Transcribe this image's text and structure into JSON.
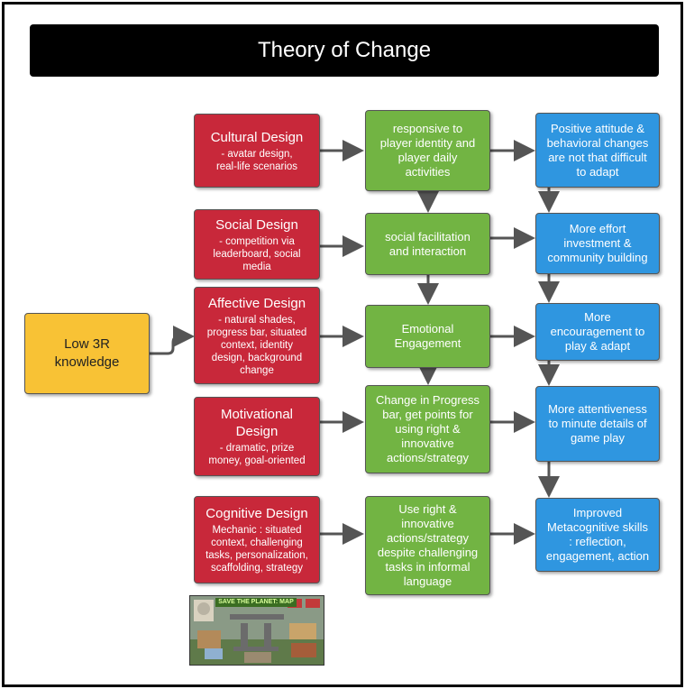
{
  "title": "Theory of Change",
  "start": {
    "text": "Low 3R\nknowledge"
  },
  "designs": [
    {
      "title": "Cultural Design",
      "sub": "- avatar design,\nreal-life scenarios"
    },
    {
      "title": "Social Design",
      "sub": "- competition via\nleaderboard, social\nmedia"
    },
    {
      "title": "Affective Design",
      "sub": "- natural shades,\nprogress bar, situated\ncontext, identity\ndesign, background\nchange"
    },
    {
      "title": "Motivational\nDesign",
      "sub": "- dramatic, prize\nmoney, goal-oriented"
    },
    {
      "title": "Cognitive Design",
      "sub": "Mechanic : situated\ncontext, challenging\ntasks, personalization,\nscaffolding, strategy"
    }
  ],
  "mechanisms": [
    {
      "text": "responsive to\nplayer identity and\nplayer daily\nactivities"
    },
    {
      "text": "social facilitation\nand interaction"
    },
    {
      "text": "Emotional\nEngagement"
    },
    {
      "text": "Change in Progress\nbar, get points for\nusing right &\ninnovative\nactions/strategy"
    },
    {
      "text": "Use right &\ninnovative\nactions/strategy\ndespite challenging\ntasks in informal\nlanguage"
    }
  ],
  "outcomes": [
    {
      "text": "Positive attitude &\nbehavioral changes\nare not that difficult\nto adapt"
    },
    {
      "text": "More effort\ninvestment &\ncommunity building"
    },
    {
      "text": "More\nencouragement to\nplay & adapt"
    },
    {
      "text": "More attentiveness\nto minute details of\ngame play"
    },
    {
      "text": "Improved\nMetacognitive skills\n: reflection,\nengagement, action"
    }
  ],
  "thumbnail": {
    "banner": "SAVE THE PLANET: MAP"
  },
  "colors": {
    "design": "#c8283a",
    "mechanism": "#72b443",
    "outcome": "#2f96e0",
    "start": "#f8c235",
    "arrow": "#555555"
  }
}
